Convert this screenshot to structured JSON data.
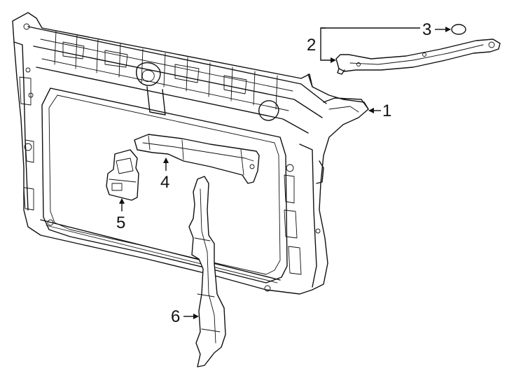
{
  "callouts": [
    {
      "number": "1",
      "part": "radiator-support"
    },
    {
      "number": "2",
      "part": "tie-bar-brace-assembly"
    },
    {
      "number": "3",
      "part": "plug"
    },
    {
      "number": "4",
      "part": "upper-bracket"
    },
    {
      "number": "5",
      "part": "side-bracket"
    },
    {
      "number": "6",
      "part": "center-support"
    }
  ]
}
